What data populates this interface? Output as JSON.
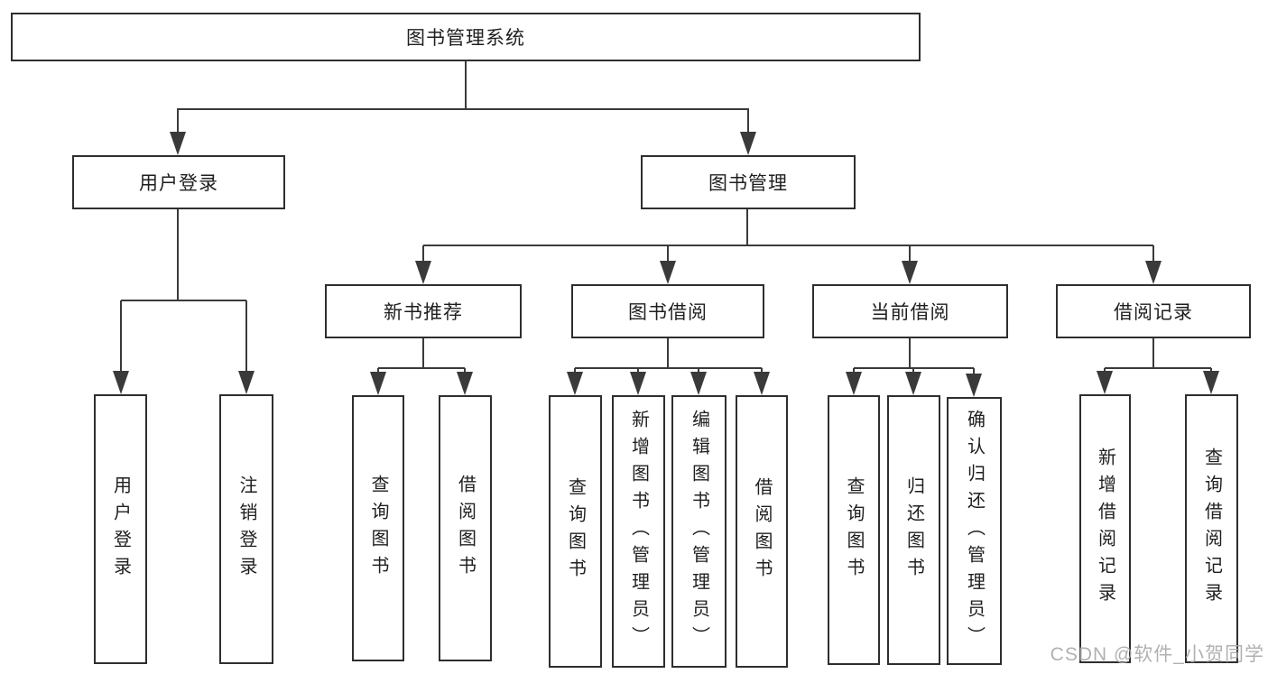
{
  "diagram": {
    "root_label": "图书管理系统",
    "user_login": {
      "label": "用户登录",
      "children": [
        "用户登录",
        "注销登录"
      ]
    },
    "book_management": {
      "label": "图书管理",
      "sections": [
        {
          "label": "新书推荐",
          "children": [
            "查询图书",
            "借阅图书"
          ]
        },
        {
          "label": "图书借阅",
          "children": [
            "查询图书",
            "新增图书（管理员）",
            "编辑图书（管理员）",
            "借阅图书"
          ]
        },
        {
          "label": "当前借阅",
          "children": [
            "查询图书",
            "归还图书",
            "确认归还（管理员）"
          ]
        },
        {
          "label": "借阅记录",
          "children": [
            "新增借阅记录",
            "查询借阅记录"
          ]
        }
      ]
    }
  },
  "watermark": "CSDN @软件_小贺同学",
  "colors": {
    "line": "#3a3a3a",
    "box_border": "#2e2e2e",
    "text": "#1f1f1f",
    "watermark": "#a9a9a9",
    "background": "#ffffff"
  }
}
